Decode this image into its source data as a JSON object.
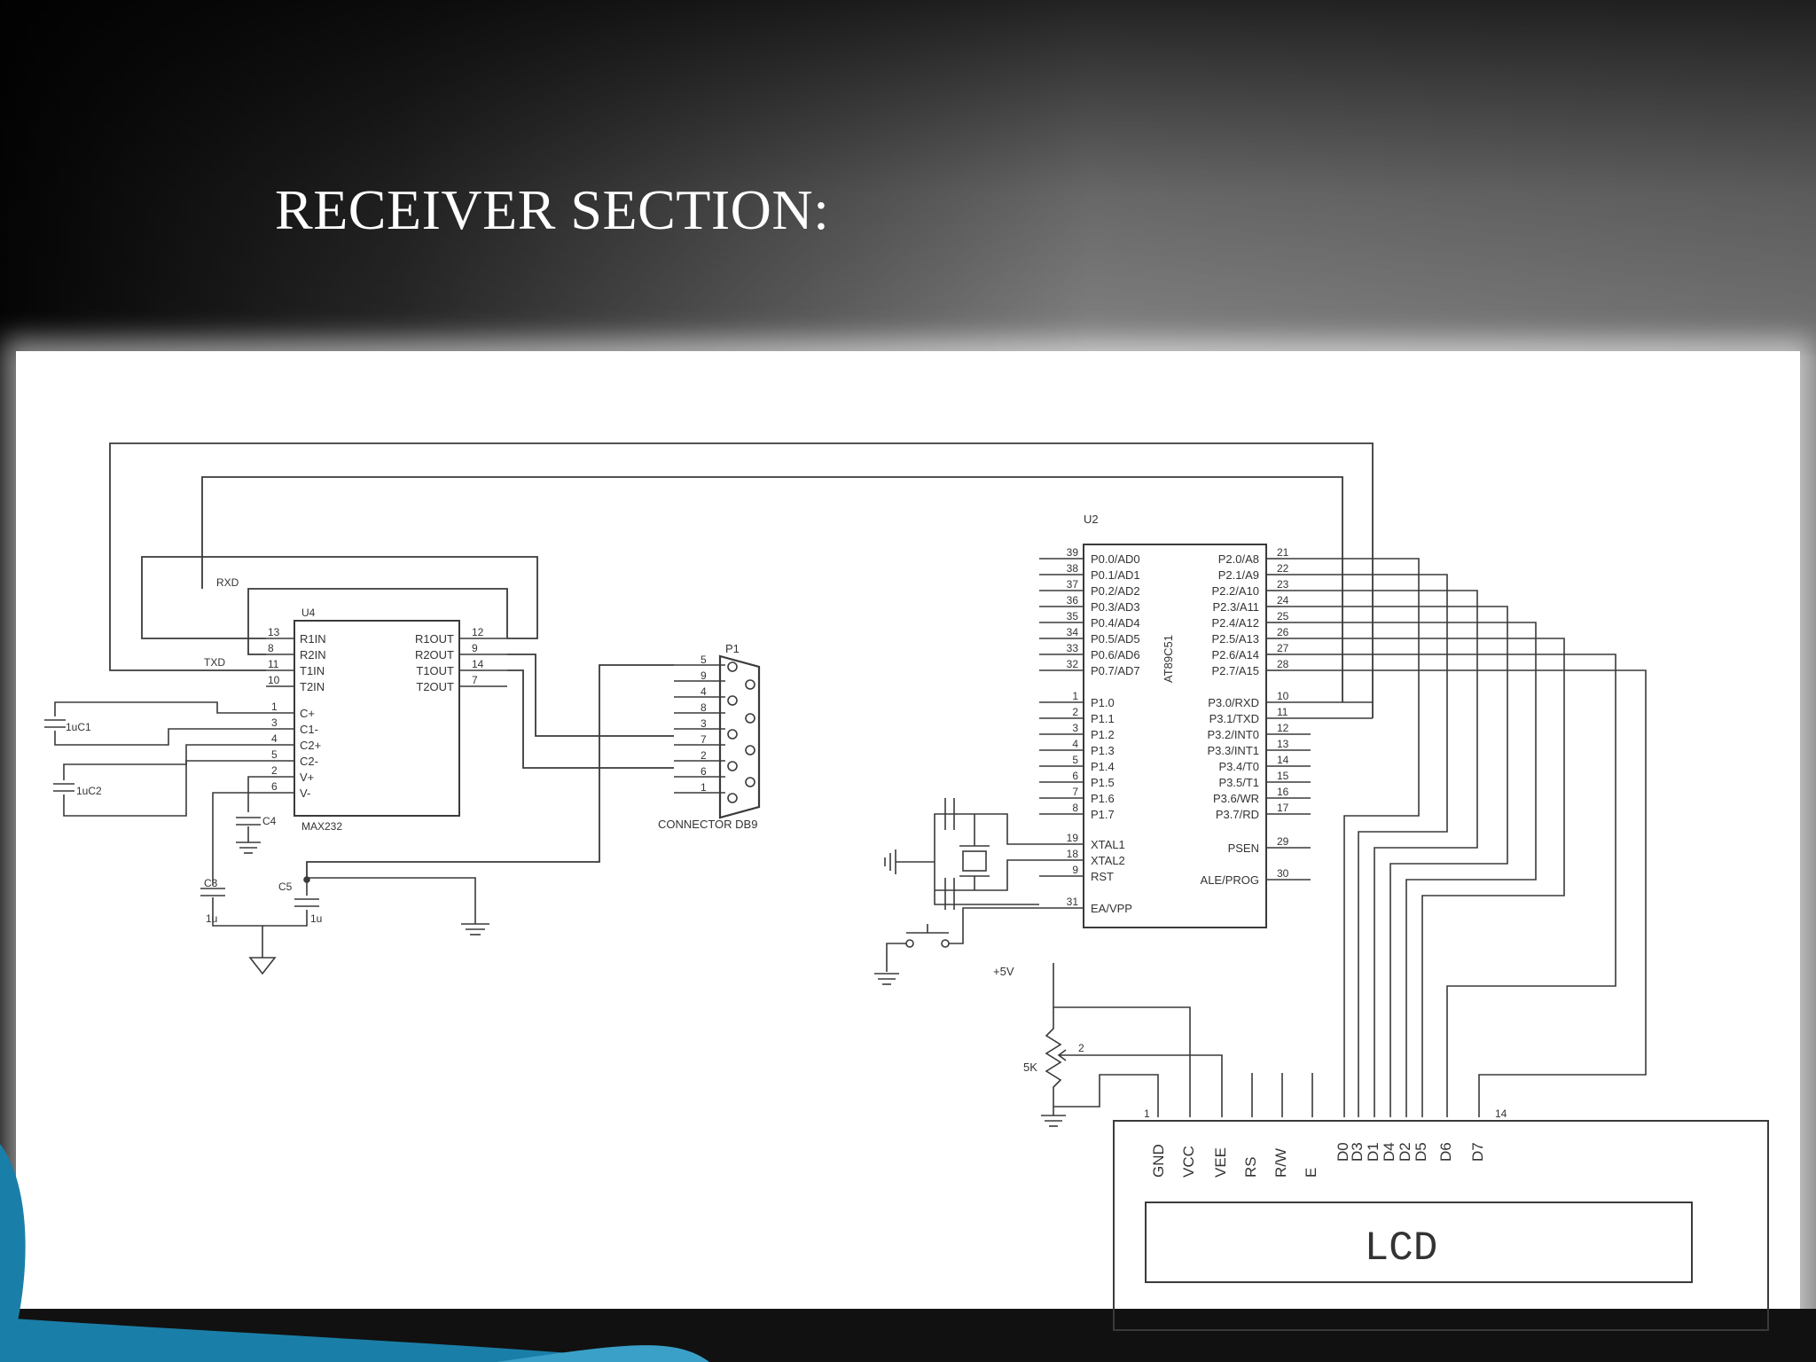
{
  "slide": {
    "title": "RECEIVER SECTION:"
  },
  "max232": {
    "ref": "U4",
    "part": "MAX232",
    "left_pins": [
      {
        "num": "13",
        "name": "R1IN"
      },
      {
        "num": "8",
        "name": "R2IN"
      },
      {
        "num": "11",
        "name": "T1IN"
      },
      {
        "num": "10",
        "name": "T2IN"
      },
      {
        "num": "1",
        "name": "C+"
      },
      {
        "num": "3",
        "name": "C1-"
      },
      {
        "num": "4",
        "name": "C2+"
      },
      {
        "num": "5",
        "name": "C2-"
      },
      {
        "num": "2",
        "name": "V+"
      },
      {
        "num": "6",
        "name": "V-"
      }
    ],
    "right_pins": [
      {
        "num": "12",
        "name": "R1OUT"
      },
      {
        "num": "9",
        "name": "R2OUT"
      },
      {
        "num": "14",
        "name": "T1OUT"
      },
      {
        "num": "7",
        "name": "T2OUT"
      }
    ],
    "net_rxd": "RXD",
    "net_txd": "TXD",
    "cap_c1": "1uC1",
    "cap_c2": "1uC2",
    "cap_c3": "C3",
    "cap_c4": "C4",
    "cap_c5": "C5",
    "cap_u": "1u"
  },
  "connector": {
    "ref": "P1",
    "label": "CONNECTOR DB9",
    "pins": [
      "5",
      "9",
      "4",
      "8",
      "3",
      "7",
      "2",
      "6",
      "1"
    ]
  },
  "mcu": {
    "ref": "U2",
    "part": "AT89C51",
    "left_pins": [
      {
        "num": "39",
        "name": "P0.0/AD0"
      },
      {
        "num": "38",
        "name": "P0.1/AD1"
      },
      {
        "num": "37",
        "name": "P0.2/AD2"
      },
      {
        "num": "36",
        "name": "P0.3/AD3"
      },
      {
        "num": "35",
        "name": "P0.4/AD4"
      },
      {
        "num": "34",
        "name": "P0.5/AD5"
      },
      {
        "num": "33",
        "name": "P0.6/AD6"
      },
      {
        "num": "32",
        "name": "P0.7/AD7"
      },
      {
        "num": "1",
        "name": "P1.0"
      },
      {
        "num": "2",
        "name": "P1.1"
      },
      {
        "num": "3",
        "name": "P1.2"
      },
      {
        "num": "4",
        "name": "P1.3"
      },
      {
        "num": "5",
        "name": "P1.4"
      },
      {
        "num": "6",
        "name": "P1.5"
      },
      {
        "num": "7",
        "name": "P1.6"
      },
      {
        "num": "8",
        "name": "P1.7"
      }
    ],
    "ctrl_pins": [
      {
        "num": "19",
        "name": "XTAL1"
      },
      {
        "num": "18",
        "name": "XTAL2"
      },
      {
        "num": "9",
        "name": "RST"
      },
      {
        "num": "31",
        "name": "EA/VPP"
      }
    ],
    "right_pins": [
      {
        "num": "21",
        "name": "P2.0/A8"
      },
      {
        "num": "22",
        "name": "P2.1/A9"
      },
      {
        "num": "23",
        "name": "P2.2/A10"
      },
      {
        "num": "24",
        "name": "P2.3/A11"
      },
      {
        "num": "25",
        "name": "P2.4/A12"
      },
      {
        "num": "26",
        "name": "P2.5/A13"
      },
      {
        "num": "27",
        "name": "P2.6/A14"
      },
      {
        "num": "28",
        "name": "P2.7/A15"
      },
      {
        "num": "10",
        "name": "P3.0/RXD"
      },
      {
        "num": "11",
        "name": "P3.1/TXD"
      },
      {
        "num": "12",
        "name": "P3.2/INT0"
      },
      {
        "num": "13",
        "name": "P3.3/INT1"
      },
      {
        "num": "14",
        "name": "P3.4/T0"
      },
      {
        "num": "15",
        "name": "P3.5/T1"
      },
      {
        "num": "16",
        "name": "P3.6/WR"
      },
      {
        "num": "17",
        "name": "P3.7/RD"
      }
    ],
    "right_ctrl_pins": [
      {
        "num": "29",
        "name": "PSEN"
      },
      {
        "num": "30",
        "name": "ALE/PROG"
      }
    ]
  },
  "power": {
    "supply": "+5V",
    "pot": "5K",
    "pot_pin": "2"
  },
  "lcd": {
    "label": "LCD",
    "pin_first": "1",
    "pin_last": "14",
    "pins": [
      "GND",
      "VCC",
      "VEE",
      "RS",
      "R/W",
      "E",
      "D0",
      "D3",
      "D1",
      "D4",
      "D2",
      "D5",
      "D6",
      "D7"
    ]
  }
}
